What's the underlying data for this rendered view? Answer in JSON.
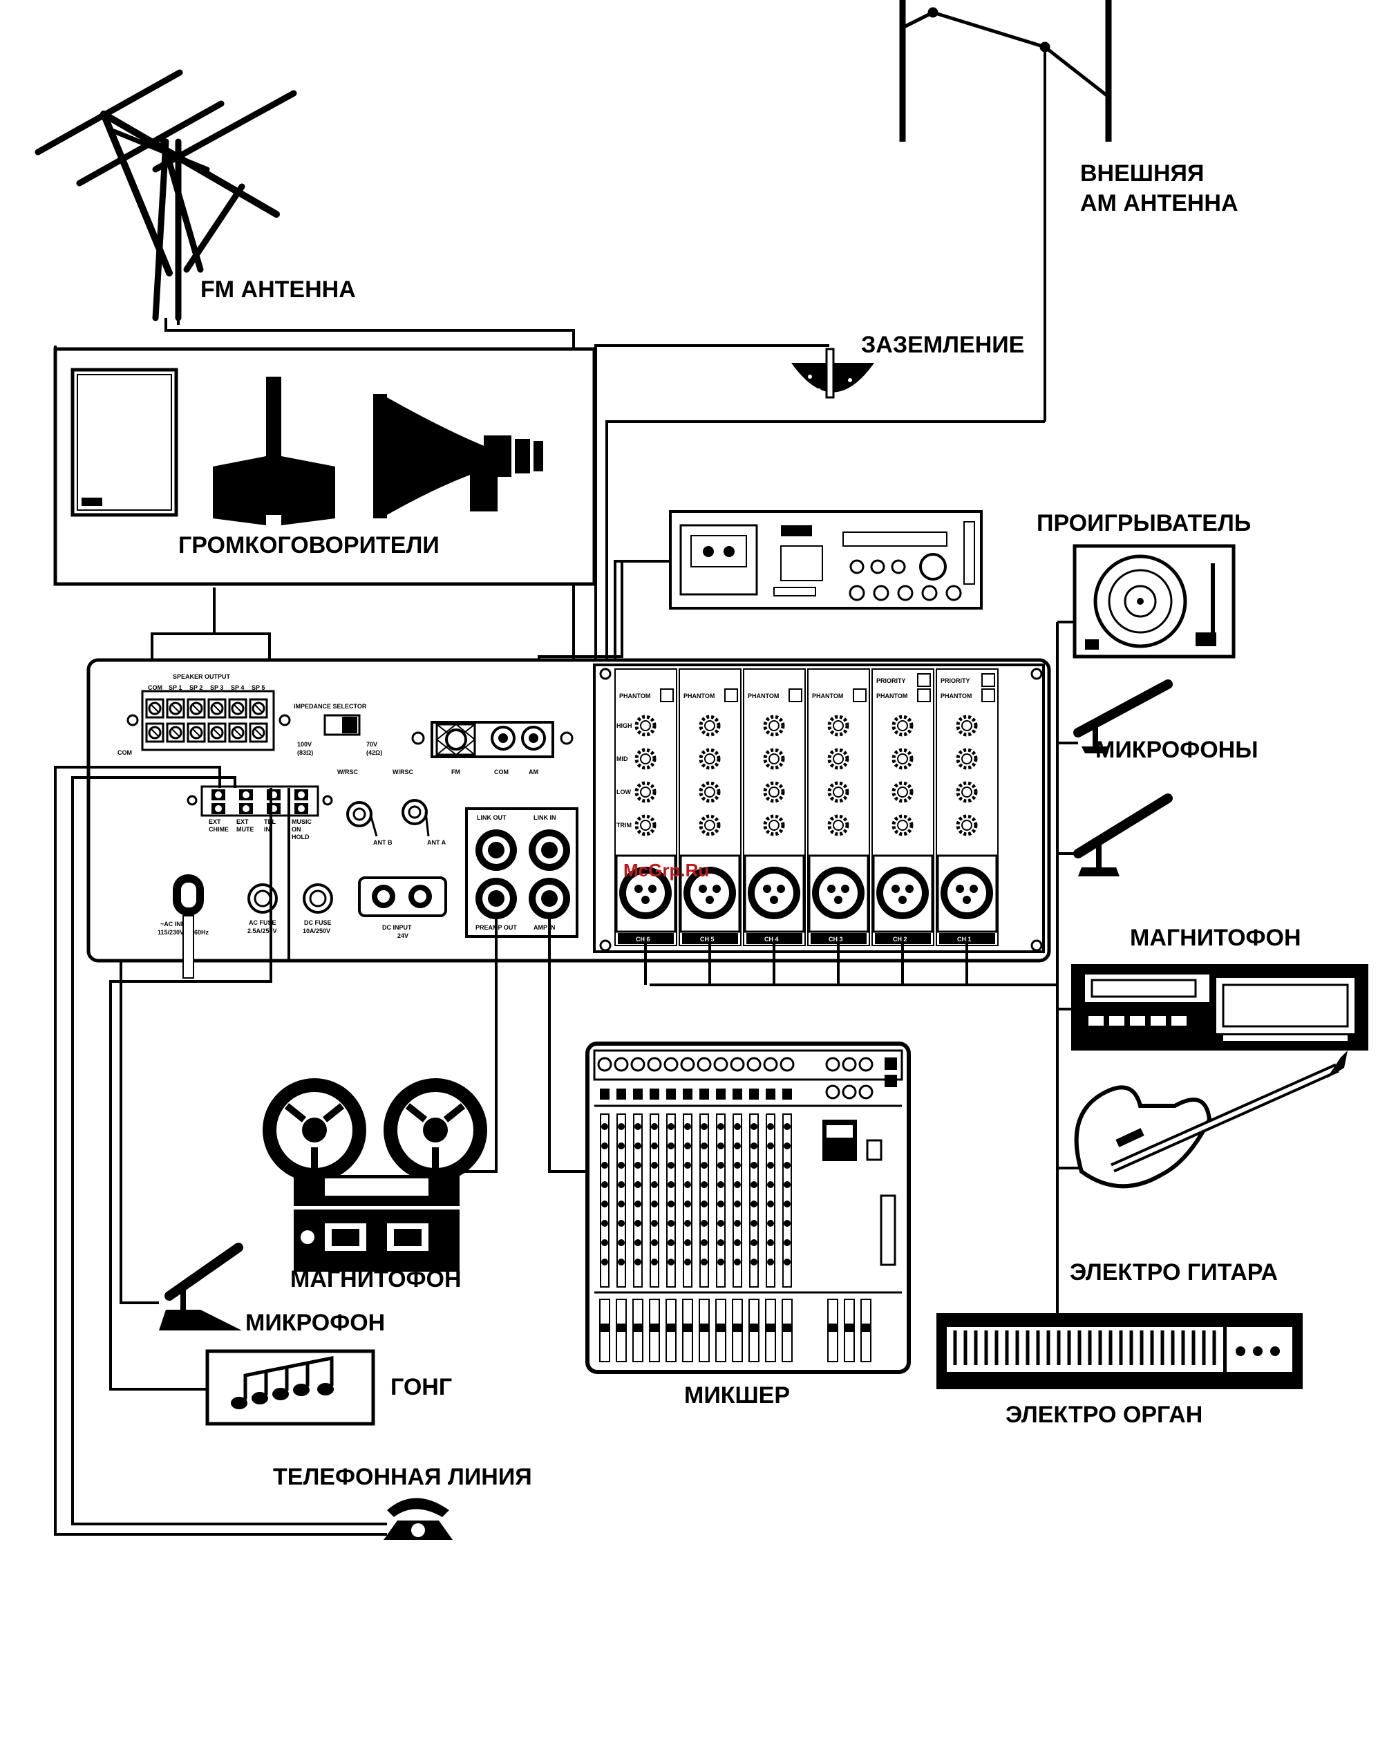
{
  "labels": {
    "fm_antenna": "FM АНТЕННА",
    "am_antenna_line1": "ВНЕШНЯЯ",
    "am_antenna_line2": "АМ АНТЕННА",
    "ground": "ЗАЗЕМЛЕНИЕ",
    "speakers": "ГРОМКОГОВОРИТЕЛИ",
    "turntable": "ПРОИГРЫВАТЕЛЬ",
    "microphones": "МИКРОФОНЫ",
    "tape_deck_right": "МАГНИТОФОН",
    "reel_tape": "МАГНИТОФОН",
    "microphone": "МИКРОФОН",
    "gong": "ГОНГ",
    "mixer": "МИКШЕР",
    "electro_guitar": "ЭЛЕКТРО ГИТАРА",
    "electro_organ": "ЭЛЕКТРО ОРГАН",
    "phone_line": "ТЕЛЕФОННАЯ ЛИНИЯ"
  },
  "panel": {
    "speaker_output": "SPEAKER OUTPUT",
    "terminals": [
      "COM",
      "SP 1",
      "SP 2",
      "SP 3",
      "SP 4",
      "SP 5"
    ],
    "com": "COM",
    "impedance_selector": "IMPEDANCE SELECTOR",
    "v100": "100V",
    "v100_ohm": "(83Ω)",
    "v70": "70V",
    "v70_ohm": "(42Ω)",
    "fm": "FM",
    "am_com": "COM",
    "am": "AM",
    "aux_terminals": [
      "EXT CHIME",
      "EXT MUTE",
      "TEL IN",
      "MUSIC ON HOLD"
    ],
    "wrsc_b": "W/RSC",
    "ant_b": "ANT B",
    "wrsc_a": "W/RSC",
    "ant_a": "ANT A",
    "link_out": "LINK OUT",
    "link_in": "LINK IN",
    "preamp_out": "PREAMP OUT",
    "amp_in": "AMP IN",
    "ac_input": "~AC INPUT",
    "ac_input_spec": "115/230V 50/60Hz",
    "ac_fuse": "AC FUSE",
    "ac_fuse_spec": "2.5A/250V",
    "dc_fuse": "DC FUSE",
    "dc_fuse_spec": "10A/250V",
    "dc_input": "DC INPUT",
    "dc_input_spec": "24V",
    "phantom": "PHANTOM",
    "priority": "PRIORITY",
    "eq_labels": [
      "HIGH",
      "MID",
      "LOW",
      "TRIM"
    ],
    "channels": [
      "CH 6",
      "CH 5",
      "CH 4",
      "CH 3",
      "CH 2",
      "CH 1"
    ]
  },
  "watermark": "McGrp.Ru",
  "icons": [
    "fm-antenna-icon",
    "am-antenna-icon",
    "ground-icon",
    "speaker-box-icon",
    "column-speaker-icon",
    "horn-speaker-icon",
    "cassette-deck-icon",
    "turntable-icon",
    "microphone-icon",
    "tape-deck-icon",
    "reel-to-reel-icon",
    "mixer-icon",
    "electric-guitar-icon",
    "gong-icon",
    "electric-organ-icon",
    "telephone-icon"
  ]
}
